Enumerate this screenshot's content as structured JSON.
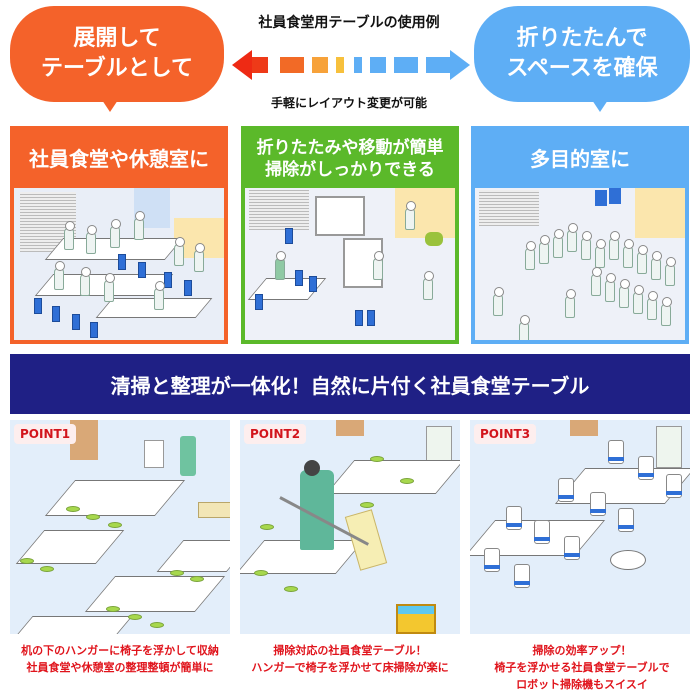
{
  "header": {
    "left_bubble": {
      "line1": "展開して",
      "line2": "テーブルとして",
      "color": "#f4622a"
    },
    "right_bubble": {
      "line1": "折りたたんで",
      "line2": "スペースを確保",
      "color": "#5eaef5"
    },
    "center_title": "社員食堂用テーブルの使用例",
    "center_subtitle": "手軽にレイアウト変更が可能",
    "arrow": {
      "left_color": "#ee2a14",
      "right_color": "#5eaef5",
      "icon_left": "arrow-left-icon",
      "icon_right": "arrow-right-icon"
    }
  },
  "usage_panels": [
    {
      "title_line1": "社員食堂や休憩室に",
      "title_line2": "",
      "color": "#f4622a",
      "image": "cafeteria-dining-illustration"
    },
    {
      "title_line1": "折りたたみや移動が簡単",
      "title_line2": "掃除がしっかりできる",
      "color": "#5bb92a",
      "image": "folding-cleaning-illustration"
    },
    {
      "title_line1": "多目的室に",
      "title_line2": "",
      "color": "#5eaef5",
      "image": "multipurpose-room-assembly-illustration"
    }
  ],
  "banner": {
    "text": "清掃と整理が一体化！自然に片付く社員食堂テーブル",
    "color": "#1f2085"
  },
  "points": [
    {
      "badge": "POINT1",
      "image": "chairs-hung-under-tables-illustration",
      "caption_line1": "机の下のハンガーに椅子を浮かして収納",
      "caption_line2": "社員食堂や休憩室の整理整頓が簡単に",
      "caption_line3": ""
    },
    {
      "badge": "POINT2",
      "image": "mopping-under-tables-illustration",
      "caption_line1": "掃除対応の社員食堂テーブル！",
      "caption_line2": "ハンガーで椅子を浮かせて床掃除が楽に",
      "caption_line3": ""
    },
    {
      "badge": "POINT3",
      "image": "robot-vacuum-illustration",
      "caption_line1": "掃除の効率アップ！",
      "caption_line2": "椅子を浮かせる社員食堂テーブルで",
      "caption_line3": "ロボット掃除機もスイスイ"
    }
  ],
  "caption_color": "#e0141c"
}
